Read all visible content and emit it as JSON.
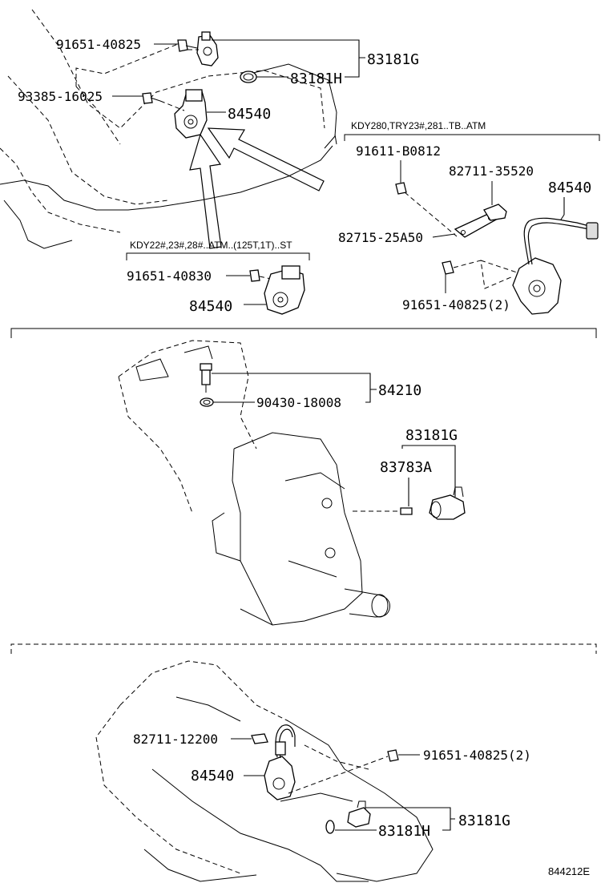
{
  "section1": {
    "labels": {
      "bolt_top": "91651-40825",
      "bolt_left": "93385-16025",
      "sensor_top": "83181G",
      "oring_top": "83181H",
      "switch_main": "84540",
      "cond_right": "KDY280,TRY23#,281..TB..ATM",
      "bolt_r1": "91611-B0812",
      "clamp_r": "82711-35520",
      "switch_r": "84540",
      "bracket_r": "82715-25A50",
      "bolt_r2": "91651-40825(2)",
      "cond_lower": "KDY22#,23#,28#..ATM..(125T,1T)..ST",
      "bolt_l2": "91651-40830",
      "switch_l2": "84540"
    }
  },
  "section2": {
    "labels": {
      "sensor_main": "84210",
      "gasket": "90430-18008",
      "speed_sensor": "83181G",
      "pin": "83783A"
    }
  },
  "section3": {
    "labels": {
      "clamp": "82711-12200",
      "switch": "84540",
      "bolt": "91651-40825(2)",
      "sensor": "83181G",
      "oring": "83181H"
    }
  },
  "figure_ref": "844212E"
}
